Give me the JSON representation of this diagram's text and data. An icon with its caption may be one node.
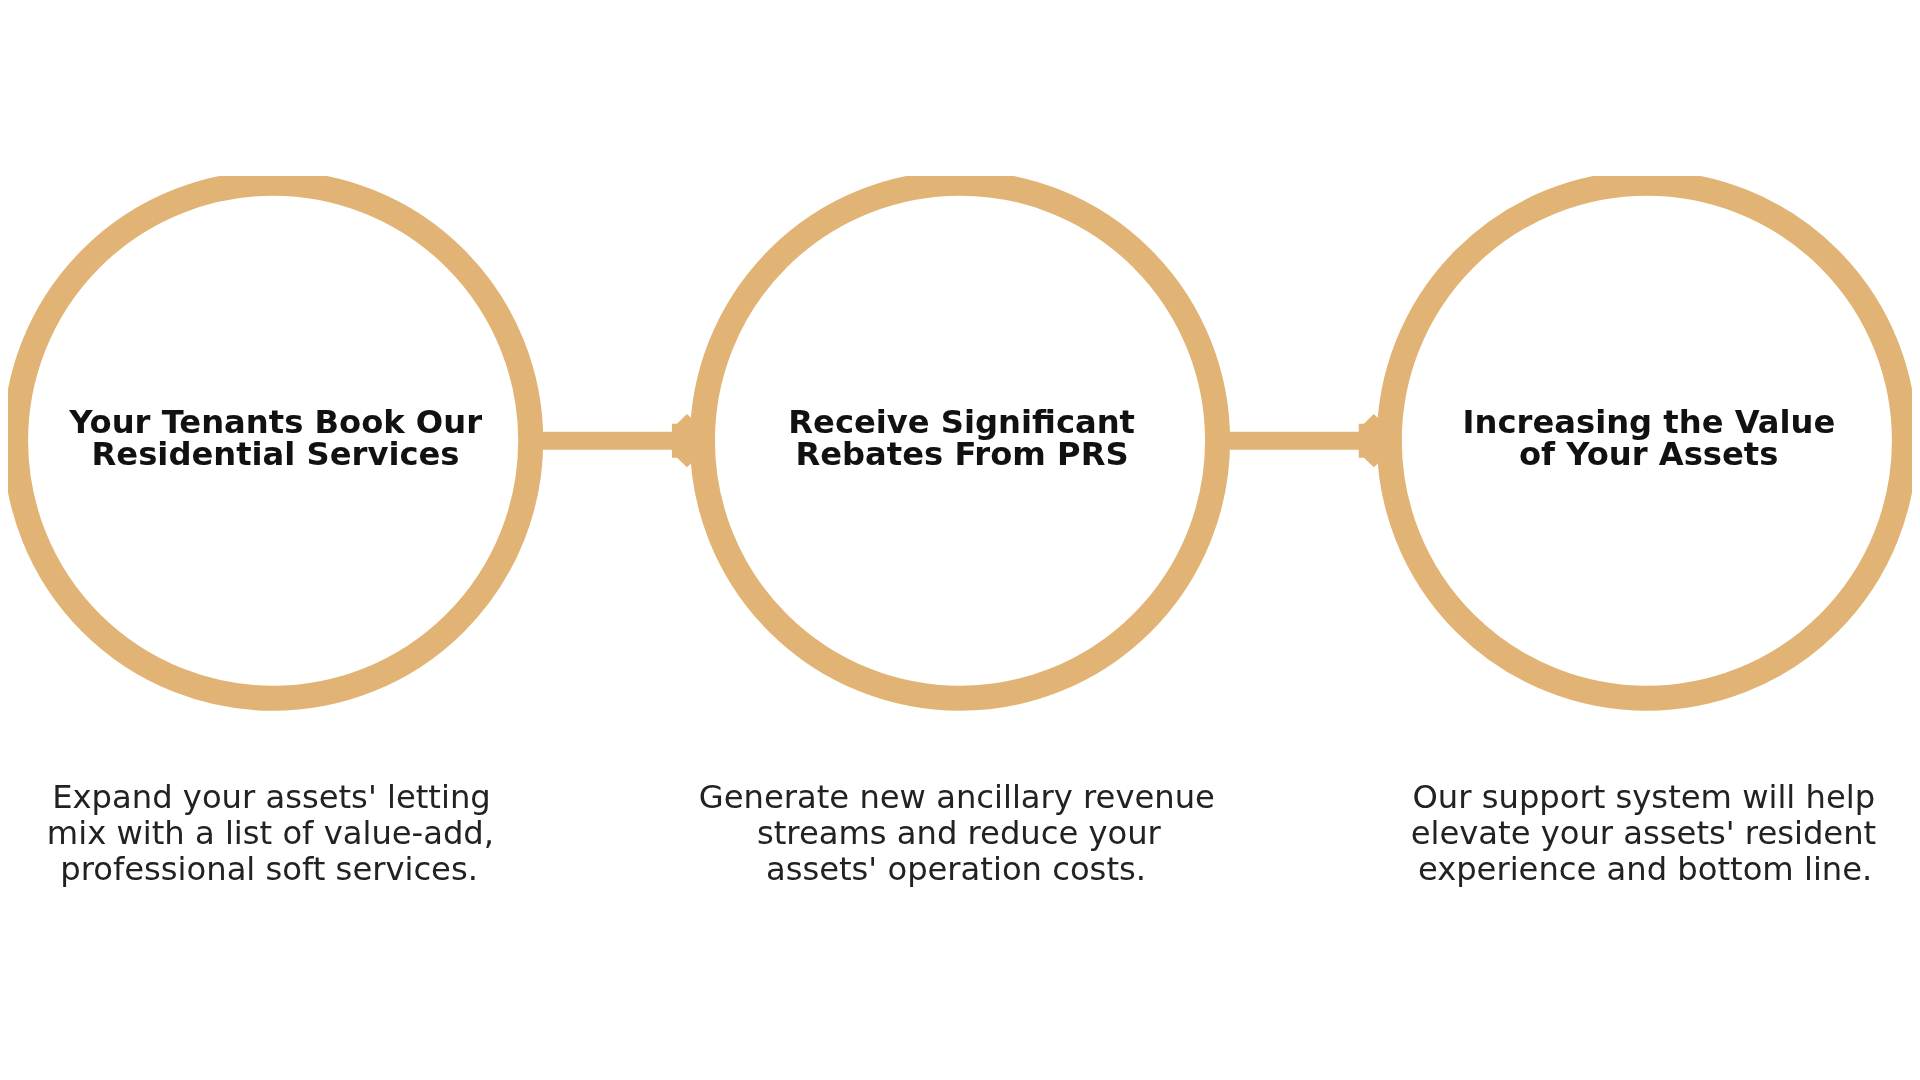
{
  "diagram": {
    "nodes": [
      {
        "text": [
          "Your Tenants Book Our Residential Services"
        ],
        "beside": [
          "Expand your assets' letting mix with a list of value-add, professional soft services."
        ]
      },
      {
        "text": [
          "Receive Significant Rebates From PRS"
        ],
        "beside": [
          "Generate new ancillary revenue streams and reduce your assets' operation costs."
        ]
      },
      {
        "text": [
          "Increasing the Value of Your Assets"
        ],
        "beside": [
          "Our support system will help elevate your assets' resident experience and bottom line."
        ]
      }
    ],
    "edges": [
      {
        "from": 0,
        "to": 1,
        "arrow": "to"
      },
      {
        "from": 1,
        "to": 2,
        "arrow": "to"
      }
    ]
  }
}
